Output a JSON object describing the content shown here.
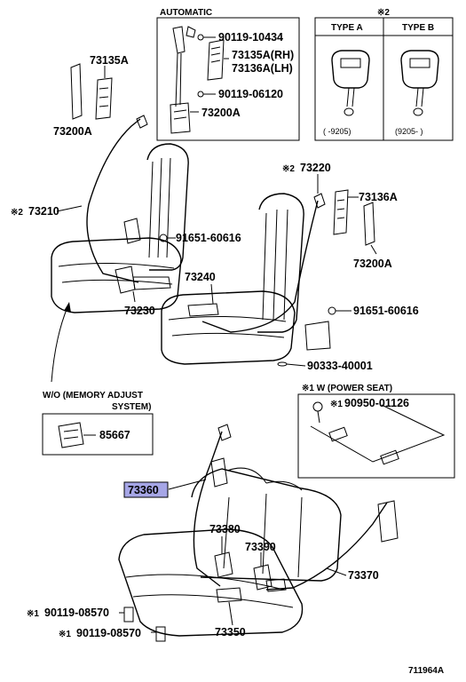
{
  "diagram": {
    "automatic_box": {
      "title": "AUTOMATIC",
      "labels": [
        "90119-10434",
        "73135A(RH)",
        "73136A(LH)",
        "90119-06120",
        "73200A"
      ]
    },
    "type_box": {
      "mark": "※2",
      "type_a": "TYPE A",
      "type_b": "TYPE B",
      "date_a": "(     -9205)",
      "date_b": "(9205-      )"
    },
    "front_left": {
      "part_73135A": "73135A",
      "part_73200A": "73200A",
      "part_73210": "73210",
      "mark_73210": "※2",
      "part_73230": "73230",
      "bolt_91651": "91651-60616"
    },
    "front_right": {
      "part_73220": "73220",
      "mark_73220": "※2",
      "part_73136A": "73136A",
      "part_73200A": "73200A",
      "part_73240": "73240",
      "bolt_91651": "91651-60616",
      "part_90333": "90333-40001"
    },
    "memory_note": {
      "line1": "W/O (MEMORY ADJUST",
      "line2": "SYSTEM)",
      "part": "85667"
    },
    "power_seat_box": {
      "title": "※1 W (POWER SEAT)",
      "mark": "※1",
      "part": "90950-01126"
    },
    "rear": {
      "part_73360": "73360",
      "part_73380": "73380",
      "part_73390": "73390",
      "part_73370": "73370",
      "part_73350": "73350",
      "bolt1": "90119-08570",
      "bolt1_mark": "※1",
      "bolt2": "90119-08570",
      "bolt2_mark": "※1"
    },
    "footer_code": "711964A",
    "colors": {
      "highlight": "#a6a6e6",
      "ink": "#000000"
    }
  }
}
